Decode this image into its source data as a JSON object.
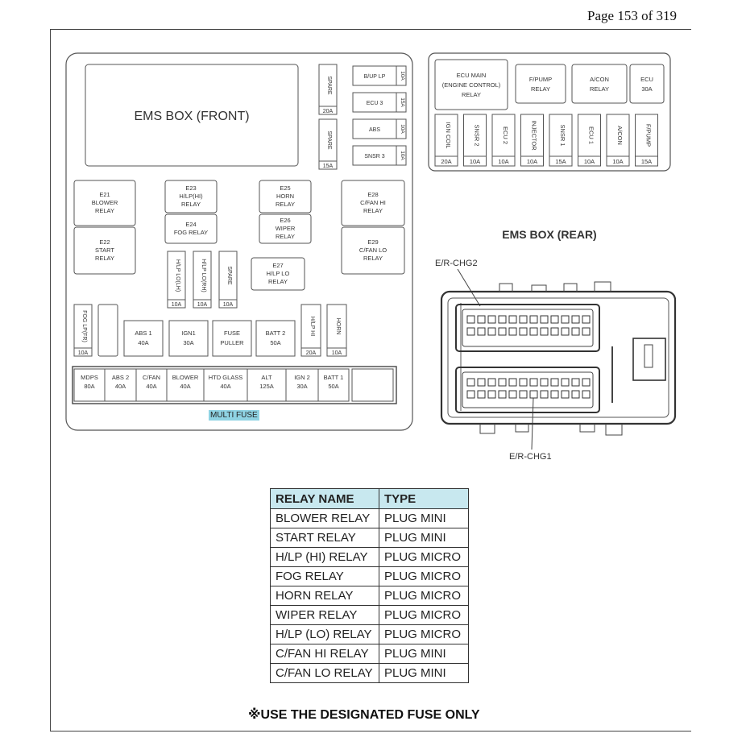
{
  "page_number": "Page 153 of 319",
  "front": {
    "ems_box_label": "EMS BOX (FRONT)",
    "multi_fuse_label": "MULTI FUSE",
    "top_right_vertical": [
      {
        "name": "SPARE",
        "rating": "20A"
      },
      {
        "name": "SPARE",
        "rating": "15A"
      }
    ],
    "top_right_fuses": [
      {
        "name": "B/UP LP",
        "rating": "10A"
      },
      {
        "name": "ECU 3",
        "rating": "15A"
      },
      {
        "name": "ABS",
        "rating": "10A"
      },
      {
        "name": "SNSR 3",
        "rating": "10A"
      }
    ],
    "relays": [
      {
        "id": "E21",
        "name": "BLOWER",
        "sub": "RELAY"
      },
      {
        "id": "E22",
        "name": "START",
        "sub": "RELAY"
      },
      {
        "id": "E23",
        "name": "H/LP(HI)",
        "sub": "RELAY"
      },
      {
        "id": "E24",
        "name": "FOG RELAY",
        "sub": ""
      },
      {
        "id": "E25",
        "name": "HORN",
        "sub": "RELAY"
      },
      {
        "id": "E26",
        "name": "WIPER",
        "sub": "RELAY"
      },
      {
        "id": "E27",
        "name": "H/LP LO",
        "sub": "RELAY"
      },
      {
        "id": "E28",
        "name": "C/FAN HI",
        "sub": "RELAY"
      },
      {
        "id": "E29",
        "name": "C/FAN LO",
        "sub": "RELAY"
      }
    ],
    "mini_vertical": [
      {
        "name": "H/LP LO(LH)",
        "rating": "10A"
      },
      {
        "name": "H/LP LO(RH)",
        "rating": "10A"
      },
      {
        "name": "SPARE",
        "rating": "10A"
      }
    ],
    "left_vertical": {
      "name": "FOG LP(FR)",
      "rating": "10A"
    },
    "mid_fuses": [
      {
        "name": "ABS 1",
        "rating": "40A"
      },
      {
        "name": "IGN1",
        "rating": "30A"
      },
      {
        "name": "FUSE",
        "rating": "PULLER"
      },
      {
        "name": "BATT 2",
        "rating": "50A"
      }
    ],
    "right_vertical": [
      {
        "name": "H/LP HI",
        "rating": "20A"
      },
      {
        "name": "HORN",
        "rating": "10A"
      }
    ],
    "multi_fuses": [
      {
        "name": "MDPS",
        "rating": "80A"
      },
      {
        "name": "ABS 2",
        "rating": "40A"
      },
      {
        "name": "C/FAN",
        "rating": "40A"
      },
      {
        "name": "BLOWER",
        "rating": "40A"
      },
      {
        "name": "HTD GLASS",
        "rating": "40A"
      },
      {
        "name": "ALT",
        "rating": "125A"
      },
      {
        "name": "IGN 2",
        "rating": "30A"
      },
      {
        "name": "BATT 1",
        "rating": "50A"
      }
    ]
  },
  "rear_top": {
    "relays": [
      {
        "lines": [
          "ECU MAIN",
          "(ENGINE CONTROL)",
          "RELAY"
        ]
      },
      {
        "lines": [
          "F/PUMP",
          "RELAY"
        ]
      },
      {
        "lines": [
          "A/CON",
          "RELAY"
        ]
      },
      {
        "lines": [
          "ECU",
          "30A"
        ]
      }
    ],
    "fuses": [
      {
        "name": "IGN COIL",
        "rating": "20A"
      },
      {
        "name": "SNSR 2",
        "rating": "10A"
      },
      {
        "name": "ECU 2",
        "rating": "10A"
      },
      {
        "name": "INJECTOR",
        "rating": "10A"
      },
      {
        "name": "SNSR 1",
        "rating": "15A"
      },
      {
        "name": "ECU 1",
        "rating": "10A"
      },
      {
        "name": "A/CON",
        "rating": "10A"
      },
      {
        "name": "F/PUMP",
        "rating": "15A"
      }
    ]
  },
  "rear": {
    "title": "EMS BOX (REAR)",
    "connector_top": "E/R-CHG2",
    "connector_bottom": "E/R-CHG1"
  },
  "relay_table": {
    "headers": [
      "RELAY NAME",
      "TYPE"
    ],
    "rows": [
      [
        "BLOWER RELAY",
        "PLUG MINI"
      ],
      [
        "START RELAY",
        "PLUG MINI"
      ],
      [
        "H/LP (HI) RELAY",
        "PLUG MICRO"
      ],
      [
        "FOG RELAY",
        "PLUG MICRO"
      ],
      [
        "HORN RELAY",
        "PLUG MICRO"
      ],
      [
        "WIPER RELAY",
        "PLUG MICRO"
      ],
      [
        "H/LP (LO) RELAY",
        "PLUG MICRO"
      ],
      [
        "C/FAN HI RELAY",
        "PLUG MINI"
      ],
      [
        "C/FAN LO RELAY",
        "PLUG MINI"
      ]
    ]
  },
  "note": "※USE THE DESIGNATED FUSE ONLY"
}
